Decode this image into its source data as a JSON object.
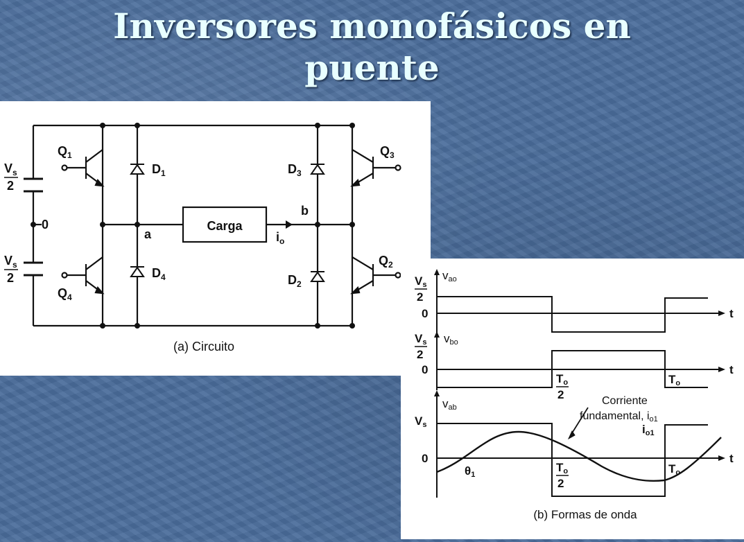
{
  "slide": {
    "title_line1": "Inversores monofásicos en",
    "title_line2": "puente",
    "background_color": "#4a6c9b",
    "title_color": "#e8ffff"
  },
  "circuit": {
    "vs_half": "V",
    "vs_sub": "s",
    "two": "2",
    "zero": "0",
    "q1": "Q",
    "q1_sub": "1",
    "q2": "Q",
    "q2_sub": "2",
    "q3": "Q",
    "q3_sub": "3",
    "q4": "Q",
    "q4_sub": "4",
    "d1": "D",
    "d1_sub": "1",
    "d2": "D",
    "d2_sub": "2",
    "d3": "D",
    "d3_sub": "3",
    "d4": "D",
    "d4_sub": "4",
    "node_a": "a",
    "node_b": "b",
    "load": "Carga",
    "current": "i",
    "current_sub": "o",
    "caption": "(a) Circuito"
  },
  "waveforms": {
    "vao": "v",
    "vao_sub": "ao",
    "vbo": "v",
    "vbo_sub": "bo",
    "vab": "v",
    "vab_sub": "ab",
    "vs": "V",
    "vs_sub": "s",
    "two": "2",
    "zero": "0",
    "t": "t",
    "t0": "T",
    "t0_sub": "o",
    "theta": "θ",
    "theta_sub": "1",
    "fund_line1": "Corriente",
    "fund_line2": "fundamental, i",
    "fund_sub": "o1",
    "io1": "i",
    "io1_sub": "o1",
    "caption": "(b) Formas de onda"
  }
}
